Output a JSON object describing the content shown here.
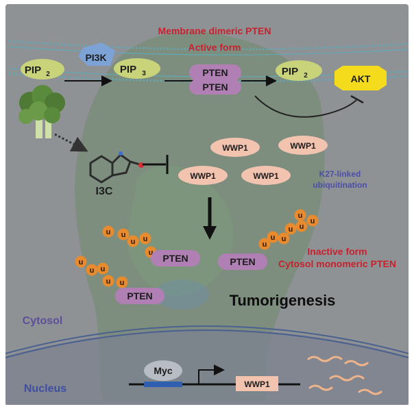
{
  "membrane": {
    "title": "Membrane dimeric PTEN",
    "subtitle": "Active form"
  },
  "signaling": {
    "pip2_left": "PIP",
    "pip2_left_sub": "2",
    "pi3k": "PI3K",
    "pip3": "PIP",
    "pip3_sub": "3",
    "pten_top": "PTEN",
    "pten_bottom": "PTEN",
    "pip2_right": "PIP",
    "pip2_right_sub": "2",
    "akt": "AKT"
  },
  "compound": {
    "name": "I3C"
  },
  "wwp1": {
    "labels": [
      "WWP1",
      "WWP1",
      "WWP1",
      "WWP1"
    ],
    "annotation_line1": "K27-linked",
    "annotation_line2": "ubiquitination"
  },
  "ubiquitin": {
    "label": "u"
  },
  "pten_cytosol": {
    "label_a": "PTEN",
    "label_b": "PTEN",
    "label_c": "PTEN",
    "inactive_line1": "Inactive form",
    "inactive_line2": "Cytosol monomeric PTEN"
  },
  "outcome": {
    "tumorigenesis": "Tumorigenesis"
  },
  "compartments": {
    "cytosol": "Cytosol",
    "nucleus": "Nucleus"
  },
  "gene": {
    "myc": "Myc",
    "wwp1": "WWP1"
  },
  "colors": {
    "pip": "#c9d37a",
    "pi3k": "#7da3d6",
    "pten": "#b07fb4",
    "akt": "#f4dc1c",
    "wwp1": "#f2c4b0",
    "ubiquitin": "#e88a2e",
    "title_red": "#c8202c",
    "label_blue": "#4b4fa8",
    "nucleus": "#5a6f96"
  }
}
